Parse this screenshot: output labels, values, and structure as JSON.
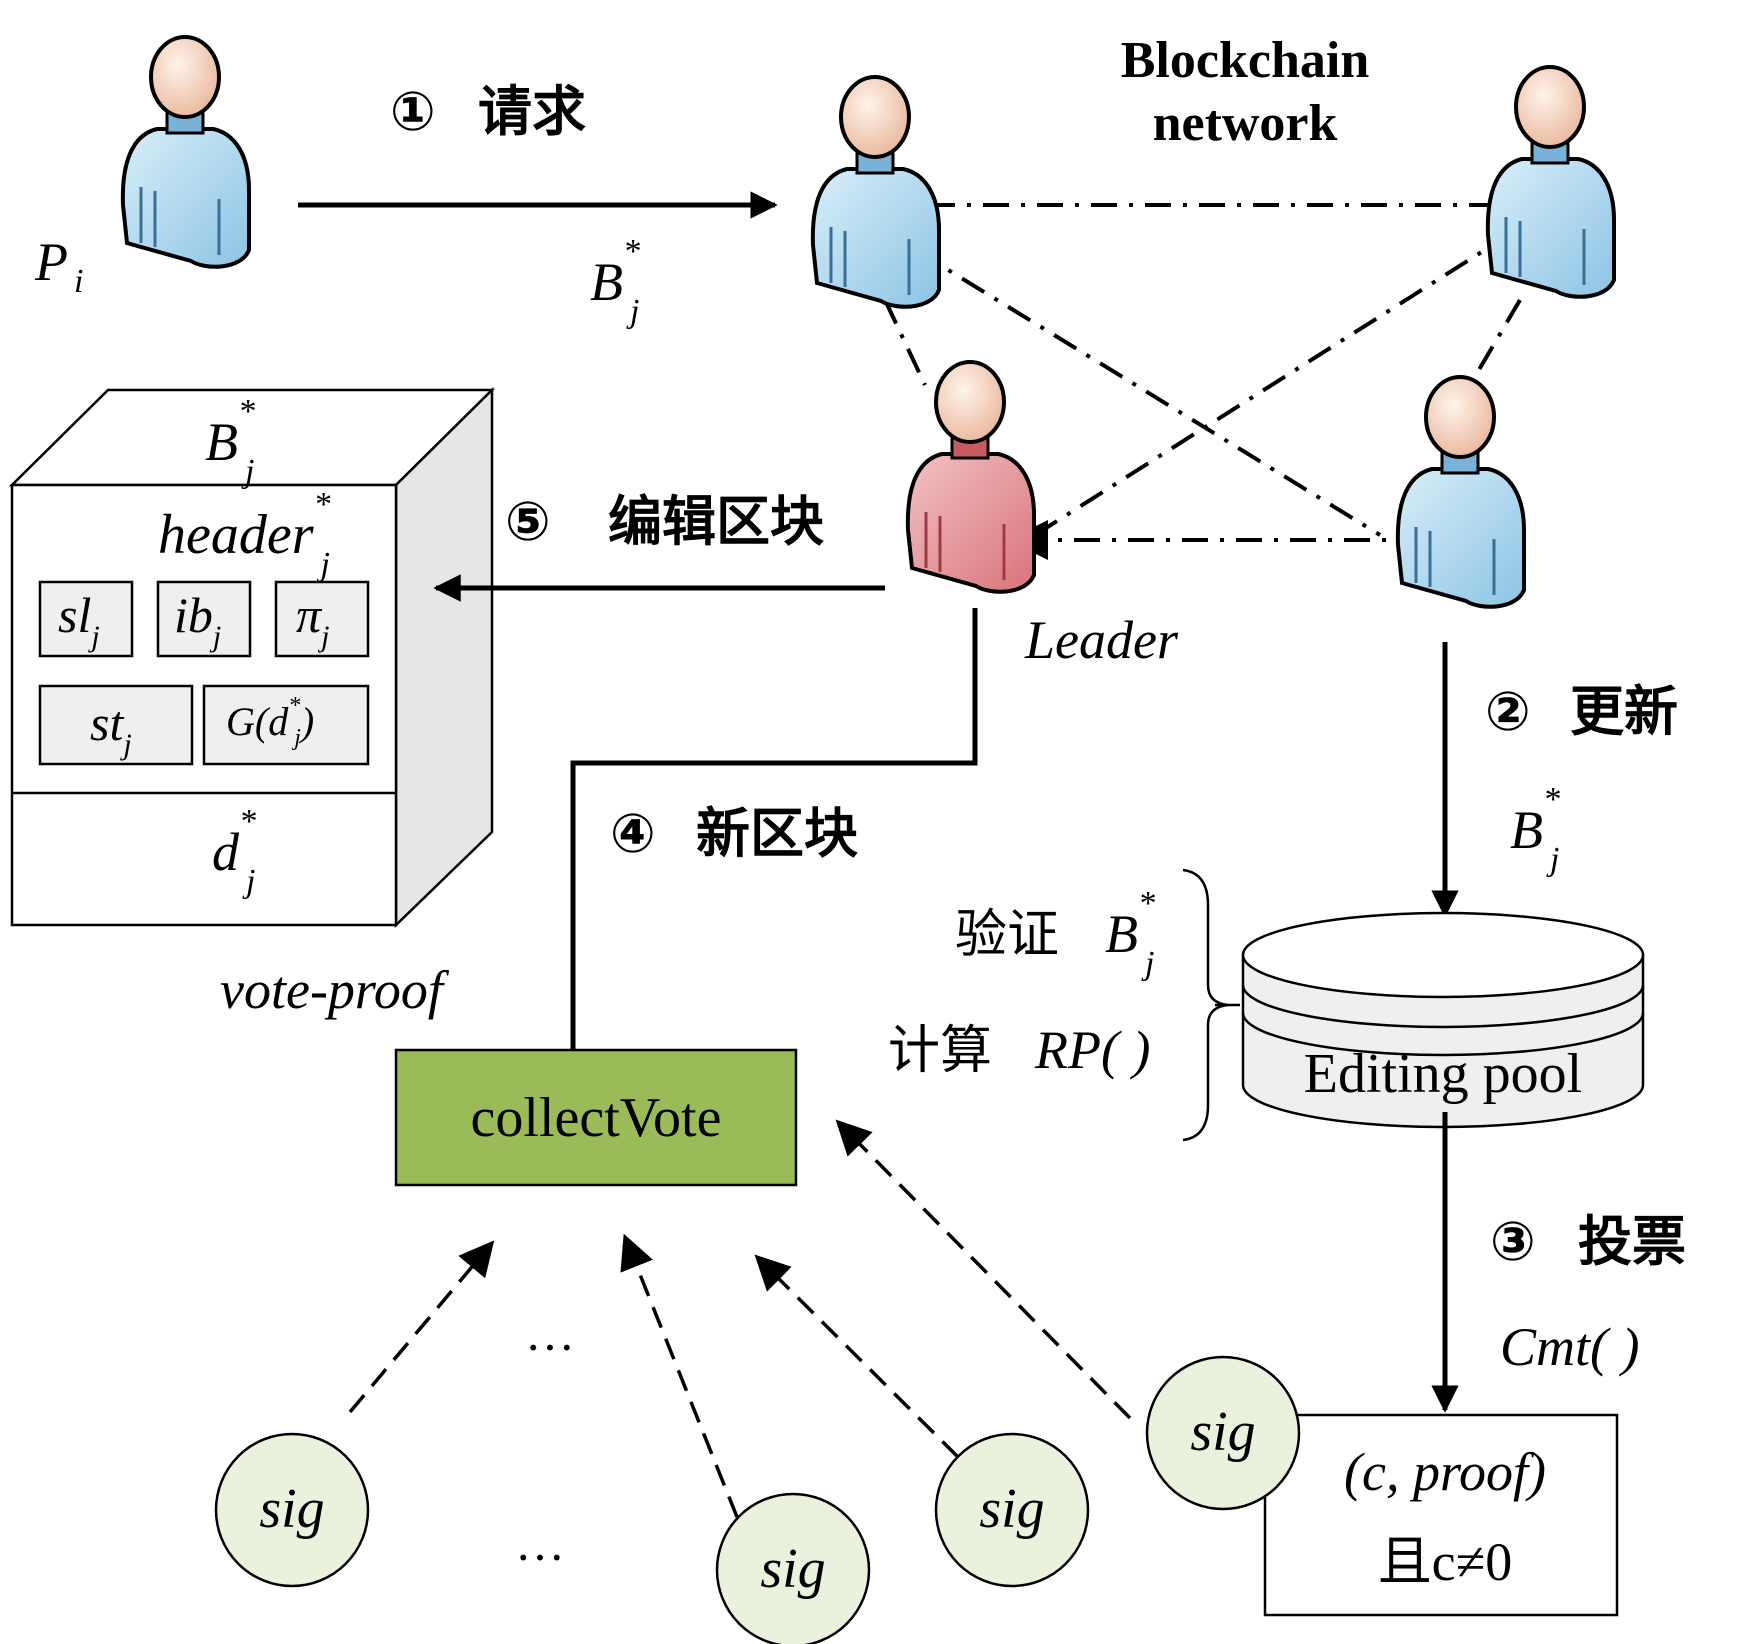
{
  "network_title": [
    "Blockchain",
    "network"
  ],
  "steps": {
    "s1": {
      "num": "①",
      "label": "请求"
    },
    "s2": {
      "num": "②",
      "label": "更新"
    },
    "s3": {
      "num": "③",
      "label": "投票"
    },
    "s4": {
      "num": "④",
      "label": "新区块"
    },
    "s5": {
      "num": "⑤",
      "label": "编辑区块"
    }
  },
  "labels": {
    "pi_base": "P",
    "pi_sub": "i",
    "b_base": "B",
    "b_sup": "*",
    "b_sub": "j",
    "leader": "Leader",
    "vote_proof": "vote-proof",
    "cmt": "Cmt( )",
    "verify_cn": "验证",
    "compute_cn": "计算",
    "rp": "RP( )"
  },
  "block": {
    "top": "B",
    "header_base": "header",
    "header_sup": "*",
    "header_sub": "j",
    "cells": [
      {
        "base": "sl",
        "sub": "j"
      },
      {
        "base": "ib",
        "sub": "j"
      },
      {
        "base": "π",
        "sub": "j"
      },
      {
        "base": "st",
        "sub": "j"
      },
      {
        "base": "G(d",
        "sup": "*",
        "sub": "j",
        "tail": ")"
      }
    ],
    "bottom_base": "d",
    "bottom_sup": "*",
    "bottom_sub": "j"
  },
  "editing_pool": "Editing pool",
  "collect_vote": "collectVote",
  "result_box": {
    "line1": "(c, proof)",
    "line2": "且c≠0"
  },
  "sig_label": "sig",
  "ellipsis": "…",
  "colors": {
    "user_blue": "#b8dcef",
    "leader_red": "#e6959a",
    "collect_green": "#9bbb59",
    "sig_fill": "#eaf1dd",
    "block_side": "#e6e6e6",
    "cell_fill": "#efefef"
  }
}
